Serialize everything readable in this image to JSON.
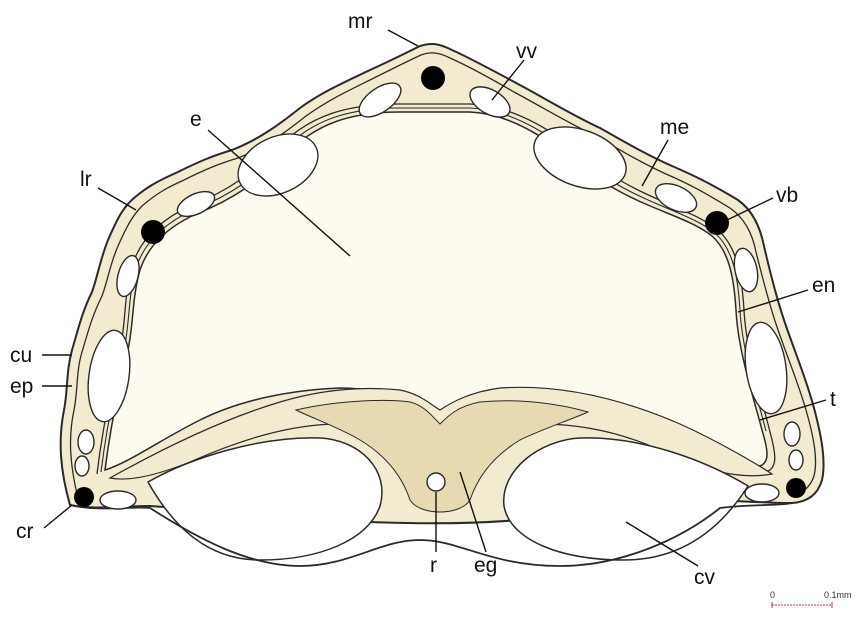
{
  "colors": {
    "tissue": "#f3ebcf",
    "tissue_dark": "#e7d9b1",
    "lumen": "#fdfbef",
    "outline": "#2a2a2a",
    "bundle": "#000000",
    "scale": "#cc3333"
  },
  "labels": {
    "mr": "mr",
    "vv": "vv",
    "e": "e",
    "me": "me",
    "lr": "lr",
    "vb": "vb",
    "en": "en",
    "cu": "cu",
    "ep": "ep",
    "t": "t",
    "cr": "cr",
    "r": "r",
    "eg": "eg",
    "cv": "cv"
  },
  "scale_bar": {
    "start": "0",
    "end": "0.1mm"
  }
}
